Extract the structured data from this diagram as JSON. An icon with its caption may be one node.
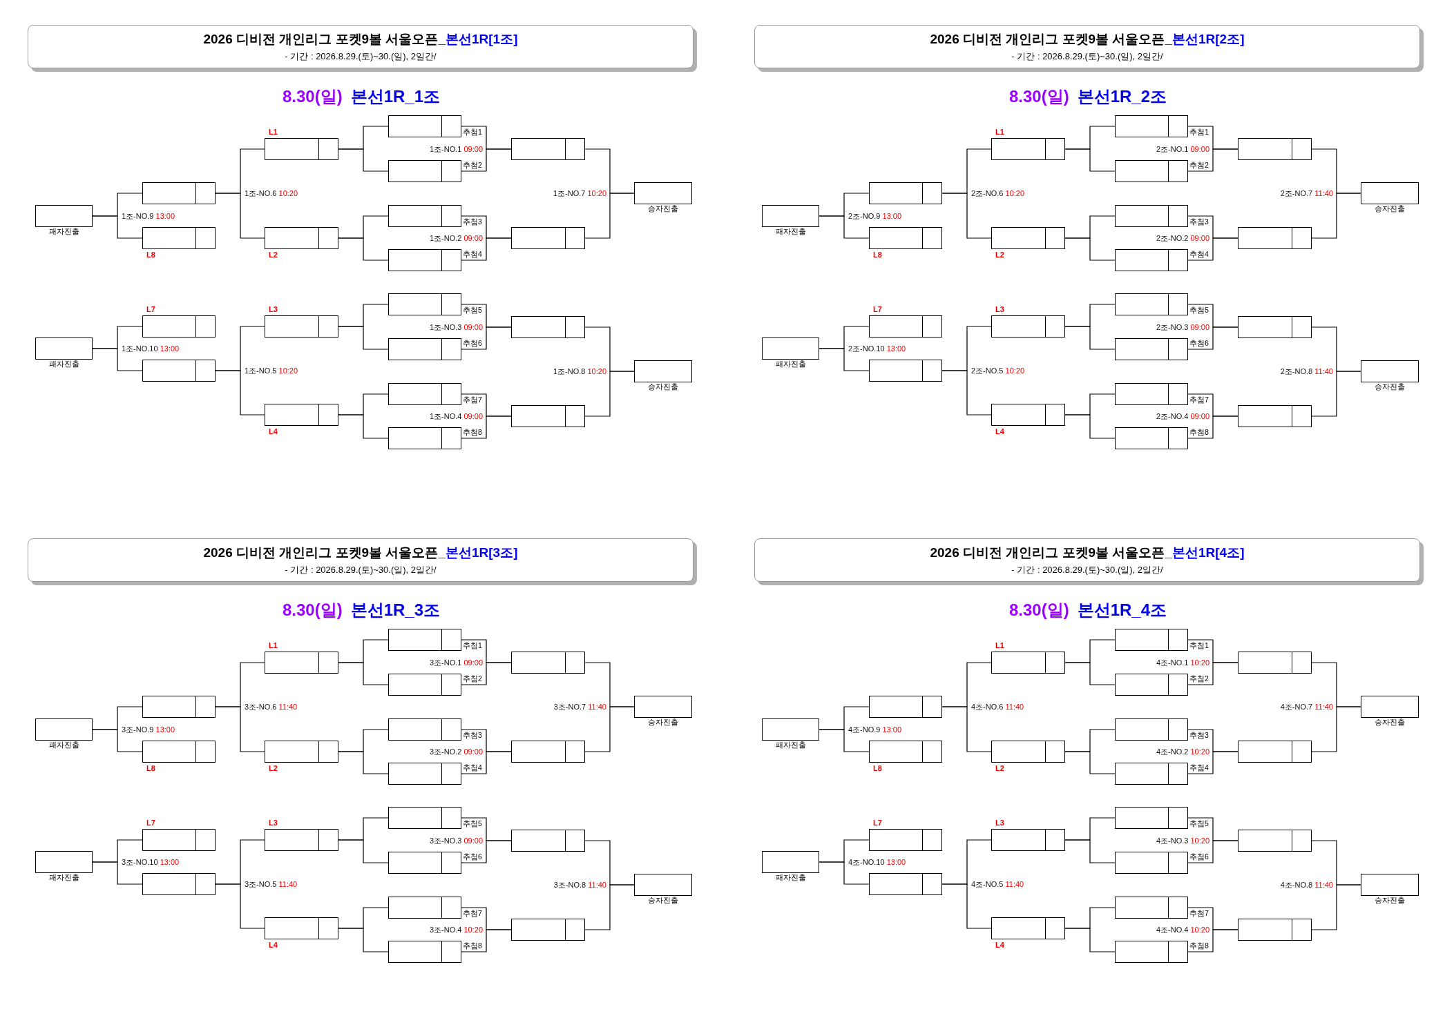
{
  "diagram": {
    "nodes": [
      {
        "text": [
          "2026 디비전 개인리그 포켓9볼 서울오픈_",
          "본선1R[1조]",
          "- 기간 : 2026.8.29.(토)~30.(일), 2일간/"
        ]
      },
      {
        "text": [],
        "shape": "box",
        "beside": [
          "추첨1"
        ]
      },
      {
        "text": [],
        "shape": "box",
        "beside": [
          "추첨2"
        ]
      },
      {
        "text": [],
        "shape": "box",
        "beside": [
          "추첨3"
        ]
      },
      {
        "text": [],
        "shape": "box",
        "beside": [
          "추첨4"
        ]
      },
      {
        "text": [],
        "shape": "box",
        "beside": [
          "추첨5"
        ]
      },
      {
        "text": [],
        "shape": "box",
        "beside": [
          "추첨6"
        ]
      },
      {
        "text": [],
        "shape": "box",
        "beside": [
          "추첨7"
        ]
      },
      {
        "text": [],
        "shape": "box",
        "beside": [
          "추첨8"
        ]
      },
      {
        "text": [],
        "shape": "box"
      },
      {
        "text": [],
        "shape": "box"
      },
      {
        "text": [],
        "shape": "box"
      },
      {
        "text": [],
        "shape": "box"
      },
      {
        "text": [],
        "shape": "box",
        "beside": [
          "승자진출"
        ]
      },
      {
        "text": [],
        "shape": "box",
        "beside": [
          "승자진출"
        ]
      },
      {
        "text": [],
        "shape": "box",
        "beside": [
          "L1"
        ]
      },
      {
        "text": [],
        "shape": "box",
        "beside": [
          "L2"
        ]
      },
      {
        "text": [],
        "shape": "box",
        "beside": [
          "L3"
        ]
      },
      {
        "text": [],
        "shape": "box",
        "beside": [
          "L4"
        ]
      },
      {
        "text": [],
        "shape": "box"
      },
      {
        "text": [],
        "shape": "box",
        "beside": [
          "L8"
        ]
      },
      {
        "text": [],
        "shape": "box",
        "beside": [
          "L7"
        ]
      },
      {
        "text": [],
        "shape": "box"
      },
      {
        "text": [],
        "shape": "box",
        "beside": [
          "패자진출"
        ]
      },
      {
        "text": [],
        "shape": "box",
        "beside": [
          "패자진출"
        ]
      },
      {
        "text": [
          "2026 디비전 개인리그 포켓9볼 서울오픈_",
          "본선1R[2조]",
          "- 기간 : 2026.8.29.(토)~30.(일), 2일간/"
        ]
      },
      {
        "text": [],
        "shape": "box",
        "beside": [
          "추첨1"
        ]
      },
      {
        "text": [],
        "shape": "box",
        "beside": [
          "추첨2"
        ]
      },
      {
        "text": [],
        "shape": "box",
        "beside": [
          "추첨3"
        ]
      },
      {
        "text": [],
        "shape": "box",
        "beside": [
          "추첨4"
        ]
      },
      {
        "text": [],
        "shape": "box",
        "beside": [
          "추첨5"
        ]
      },
      {
        "text": [],
        "shape": "box",
        "beside": [
          "추첨6"
        ]
      },
      {
        "text": [],
        "shape": "box",
        "beside": [
          "추첨7"
        ]
      },
      {
        "text": [],
        "shape": "box",
        "beside": [
          "추첨8"
        ]
      },
      {
        "text": [],
        "shape": "box"
      },
      {
        "text": [],
        "shape": "box"
      },
      {
        "text": [],
        "shape": "box"
      },
      {
        "text": [],
        "shape": "box"
      },
      {
        "text": [],
        "shape": "box",
        "beside": [
          "승자진출"
        ]
      },
      {
        "text": [],
        "shape": "box",
        "beside": [
          "승자진출"
        ]
      },
      {
        "text": [],
        "shape": "box",
        "beside": [
          "L1"
        ]
      },
      {
        "text": [],
        "shape": "box",
        "beside": [
          "L2"
        ]
      },
      {
        "text": [],
        "shape": "box",
        "beside": [
          "L3"
        ]
      },
      {
        "text": [],
        "shape": "box",
        "beside": [
          "L4"
        ]
      },
      {
        "text": [],
        "shape": "box"
      },
      {
        "text": [],
        "shape": "box",
        "beside": [
          "L8"
        ]
      },
      {
        "text": [],
        "shape": "box",
        "beside": [
          "L7"
        ]
      },
      {
        "text": [],
        "shape": "box"
      },
      {
        "text": [],
        "shape": "box",
        "beside": [
          "패자진출"
        ]
      },
      {
        "text": [],
        "shape": "box",
        "beside": [
          "패자진출"
        ]
      },
      {
        "text": [
          "2026 디비전 개인리그 포켓9볼 서울오픈_",
          "본선1R[3조]",
          "- 기간 : 2026.8.29.(토)~30.(일), 2일간/"
        ]
      },
      {
        "text": [],
        "shape": "box",
        "beside": [
          "추첨1"
        ]
      },
      {
        "text": [],
        "shape": "box",
        "beside": [
          "추첨2"
        ]
      },
      {
        "text": [],
        "shape": "box",
        "beside": [
          "추첨3"
        ]
      },
      {
        "text": [],
        "shape": "box",
        "beside": [
          "추첨4"
        ]
      },
      {
        "text": [],
        "shape": "box",
        "beside": [
          "추첨5"
        ]
      },
      {
        "text": [],
        "shape": "box",
        "beside": [
          "추첨6"
        ]
      },
      {
        "text": [],
        "shape": "box",
        "beside": [
          "추첨7"
        ]
      },
      {
        "text": [],
        "shape": "box",
        "beside": [
          "추첨8"
        ]
      },
      {
        "text": [],
        "shape": "box"
      },
      {
        "text": [],
        "shape": "box"
      },
      {
        "text": [],
        "shape": "box"
      },
      {
        "text": [],
        "shape": "box"
      },
      {
        "text": [],
        "shape": "box",
        "beside": [
          "승자진출"
        ]
      },
      {
        "text": [],
        "shape": "box",
        "beside": [
          "승자진출"
        ]
      },
      {
        "text": [],
        "shape": "box",
        "beside": [
          "L1"
        ]
      },
      {
        "text": [],
        "shape": "box",
        "beside": [
          "L2"
        ]
      },
      {
        "text": [],
        "shape": "box",
        "beside": [
          "L3"
        ]
      },
      {
        "text": [],
        "shape": "box",
        "beside": [
          "L4"
        ]
      },
      {
        "text": [],
        "shape": "box"
      },
      {
        "text": [],
        "shape": "box",
        "beside": [
          "L8"
        ]
      },
      {
        "text": [],
        "shape": "box",
        "beside": [
          "L7"
        ]
      },
      {
        "text": [],
        "shape": "box"
      },
      {
        "text": [],
        "shape": "box",
        "beside": [
          "패자진출"
        ]
      },
      {
        "text": [],
        "shape": "box",
        "beside": [
          "패자진출"
        ]
      },
      {
        "text": [
          "2026 디비전 개인리그 포켓9볼 서울오픈_",
          "본선1R[4조]",
          "- 기간 : 2026.8.29.(토)~30.(일), 2일간/"
        ]
      },
      {
        "text": [],
        "shape": "box",
        "beside": [
          "추첨1"
        ]
      },
      {
        "text": [],
        "shape": "box",
        "beside": [
          "추첨2"
        ]
      },
      {
        "text": [],
        "shape": "box",
        "beside": [
          "추첨3"
        ]
      },
      {
        "text": [],
        "shape": "box",
        "beside": [
          "추첨4"
        ]
      },
      {
        "text": [],
        "shape": "box",
        "beside": [
          "추첨5"
        ]
      },
      {
        "text": [],
        "shape": "box",
        "beside": [
          "추첨6"
        ]
      },
      {
        "text": [],
        "shape": "box",
        "beside": [
          "추첨7"
        ]
      },
      {
        "text": [],
        "shape": "box",
        "beside": [
          "추첨8"
        ]
      },
      {
        "text": [],
        "shape": "box"
      },
      {
        "text": [],
        "shape": "box"
      },
      {
        "text": [],
        "shape": "box"
      },
      {
        "text": [],
        "shape": "box"
      },
      {
        "text": [],
        "shape": "box",
        "beside": [
          "승자진출"
        ]
      },
      {
        "text": [],
        "shape": "box",
        "beside": [
          "승자진출"
        ]
      },
      {
        "text": [],
        "shape": "box",
        "beside": [
          "L1"
        ]
      },
      {
        "text": [],
        "shape": "box",
        "beside": [
          "L2"
        ]
      },
      {
        "text": [],
        "shape": "box",
        "beside": [
          "L3"
        ]
      },
      {
        "text": [],
        "shape": "box",
        "beside": [
          "L4"
        ]
      },
      {
        "text": [],
        "shape": "box"
      },
      {
        "text": [],
        "shape": "box",
        "beside": [
          "L8"
        ]
      },
      {
        "text": [],
        "shape": "box",
        "beside": [
          "L7"
        ]
      },
      {
        "text": [],
        "shape": "box"
      },
      {
        "text": [],
        "shape": "box",
        "beside": [
          "패자진출"
        ]
      },
      {
        "text": [],
        "shape": "box",
        "beside": [
          "패자진출"
        ]
      }
    ],
    "edges": [
      {
        "from": 1,
        "to": 9,
        "arrow": "none",
        "label": "1조-NO.1 09:00"
      },
      {
        "from": 2,
        "to": 9,
        "arrow": "none"
      },
      {
        "from": 3,
        "to": 10,
        "arrow": "none",
        "label": "1조-NO.2 09:00"
      },
      {
        "from": 4,
        "to": 10,
        "arrow": "none"
      },
      {
        "from": 5,
        "to": 11,
        "arrow": "none",
        "label": "1조-NO.3 09:00"
      },
      {
        "from": 6,
        "to": 11,
        "arrow": "none"
      },
      {
        "from": 7,
        "to": 12,
        "arrow": "none",
        "label": "1조-NO.4 09:00"
      },
      {
        "from": 8,
        "to": 12,
        "arrow": "none"
      },
      {
        "from": 9,
        "to": 13,
        "arrow": "none",
        "label": "1조-NO.7 10:20"
      },
      {
        "from": 10,
        "to": 13,
        "arrow": "none"
      },
      {
        "from": 11,
        "to": 14,
        "arrow": "none",
        "label": "1조-NO.8 10:20"
      },
      {
        "from": 12,
        "to": 14,
        "arrow": "none"
      },
      {
        "from": 1,
        "to": 15,
        "arrow": "none"
      },
      {
        "from": 2,
        "to": 15,
        "arrow": "none"
      },
      {
        "from": 3,
        "to": 16,
        "arrow": "none"
      },
      {
        "from": 4,
        "to": 16,
        "arrow": "none"
      },
      {
        "from": 5,
        "to": 17,
        "arrow": "none"
      },
      {
        "from": 6,
        "to": 17,
        "arrow": "none"
      },
      {
        "from": 7,
        "to": 18,
        "arrow": "none"
      },
      {
        "from": 8,
        "to": 18,
        "arrow": "none"
      },
      {
        "from": 15,
        "to": 19,
        "arrow": "none",
        "label": "1조-NO.6 10:20"
      },
      {
        "from": 16,
        "to": 19,
        "arrow": "none"
      },
      {
        "from": 17,
        "to": 22,
        "arrow": "none",
        "label": "1조-NO.5 10:20"
      },
      {
        "from": 18,
        "to": 22,
        "arrow": "none"
      },
      {
        "from": 19,
        "to": 23,
        "arrow": "none",
        "label": "1조-NO.9 13:00"
      },
      {
        "from": 20,
        "to": 23,
        "arrow": "none"
      },
      {
        "from": 21,
        "to": 24,
        "arrow": "none",
        "label": "1조-NO.10 13:00"
      },
      {
        "from": 22,
        "to": 24,
        "arrow": "none"
      },
      {
        "from": 26,
        "to": 34,
        "arrow": "none",
        "label": "2조-NO.1 09:00"
      },
      {
        "from": 27,
        "to": 34,
        "arrow": "none"
      },
      {
        "from": 28,
        "to": 35,
        "arrow": "none",
        "label": "2조-NO.2 09:00"
      },
      {
        "from": 29,
        "to": 35,
        "arrow": "none"
      },
      {
        "from": 30,
        "to": 36,
        "arrow": "none",
        "label": "2조-NO.3 09:00"
      },
      {
        "from": 31,
        "to": 36,
        "arrow": "none"
      },
      {
        "from": 32,
        "to": 37,
        "arrow": "none",
        "label": "2조-NO.4 09:00"
      },
      {
        "from": 33,
        "to": 37,
        "arrow": "none"
      },
      {
        "from": 34,
        "to": 38,
        "arrow": "none",
        "label": "2조-NO.7 11:40"
      },
      {
        "from": 35,
        "to": 38,
        "arrow": "none"
      },
      {
        "from": 36,
        "to": 39,
        "arrow": "none",
        "label": "2조-NO.8 11:40"
      },
      {
        "from": 37,
        "to": 39,
        "arrow": "none"
      },
      {
        "from": 26,
        "to": 40,
        "arrow": "none"
      },
      {
        "from": 27,
        "to": 40,
        "arrow": "none"
      },
      {
        "from": 28,
        "to": 41,
        "arrow": "none"
      },
      {
        "from": 29,
        "to": 41,
        "arrow": "none"
      },
      {
        "from": 30,
        "to": 42,
        "arrow": "none"
      },
      {
        "from": 31,
        "to": 42,
        "arrow": "none"
      },
      {
        "from": 32,
        "to": 43,
        "arrow": "none"
      },
      {
        "from": 33,
        "to": 43,
        "arrow": "none"
      },
      {
        "from": 40,
        "to": 44,
        "arrow": "none",
        "label": "2조-NO.6 10:20"
      },
      {
        "from": 41,
        "to": 44,
        "arrow": "none"
      },
      {
        "from": 42,
        "to": 47,
        "arrow": "none",
        "label": "2조-NO.5 10:20"
      },
      {
        "from": 43,
        "to": 47,
        "arrow": "none"
      },
      {
        "from": 44,
        "to": 48,
        "arrow": "none",
        "label": "2조-NO.9 13:00"
      },
      {
        "from": 45,
        "to": 48,
        "arrow": "none"
      },
      {
        "from": 46,
        "to": 49,
        "arrow": "none",
        "label": "2조-NO.10 13:00"
      },
      {
        "from": 47,
        "to": 49,
        "arrow": "none"
      },
      {
        "from": 51,
        "to": 59,
        "arrow": "none",
        "label": "3조-NO.1 09:00"
      },
      {
        "from": 52,
        "to": 59,
        "arrow": "none"
      },
      {
        "from": 53,
        "to": 60,
        "arrow": "none",
        "label": "3조-NO.2 09:00"
      },
      {
        "from": 54,
        "to": 60,
        "arrow": "none"
      },
      {
        "from": 55,
        "to": 61,
        "arrow": "none",
        "label": "3조-NO.3 09:00"
      },
      {
        "from": 56,
        "to": 61,
        "arrow": "none"
      },
      {
        "from": 57,
        "to": 62,
        "arrow": "none",
        "label": "3조-NO.4 10:20"
      },
      {
        "from": 58,
        "to": 62,
        "arrow": "none"
      },
      {
        "from": 59,
        "to": 63,
        "arrow": "none",
        "label": "3조-NO.7 11:40"
      },
      {
        "from": 60,
        "to": 63,
        "arrow": "none"
      },
      {
        "from": 61,
        "to": 64,
        "arrow": "none",
        "label": "3조-NO.8 11:40"
      },
      {
        "from": 62,
        "to": 64,
        "arrow": "none"
      },
      {
        "from": 51,
        "to": 65,
        "arrow": "none"
      },
      {
        "from": 52,
        "to": 65,
        "arrow": "none"
      },
      {
        "from": 53,
        "to": 66,
        "arrow": "none"
      },
      {
        "from": 54,
        "to": 66,
        "arrow": "none"
      },
      {
        "from": 55,
        "to": 67,
        "arrow": "none"
      },
      {
        "from": 56,
        "to": 67,
        "arrow": "none"
      },
      {
        "from": 57,
        "to": 68,
        "arrow": "none"
      },
      {
        "from": 58,
        "to": 68,
        "arrow": "none"
      },
      {
        "from": 65,
        "to": 69,
        "arrow": "none",
        "label": "3조-NO.6 11:40"
      },
      {
        "from": 66,
        "to": 69,
        "arrow": "none"
      },
      {
        "from": 67,
        "to": 72,
        "arrow": "none",
        "label": "3조-NO.5 11:40"
      },
      {
        "from": 68,
        "to": 72,
        "arrow": "none"
      },
      {
        "from": 69,
        "to": 73,
        "arrow": "none",
        "label": "3조-NO.9 13:00"
      },
      {
        "from": 70,
        "to": 73,
        "arrow": "none"
      },
      {
        "from": 71,
        "to": 74,
        "arrow": "none",
        "label": "3조-NO.10 13:00"
      },
      {
        "from": 72,
        "to": 74,
        "arrow": "none"
      },
      {
        "from": 76,
        "to": 84,
        "arrow": "none",
        "label": "4조-NO.1 10:20"
      },
      {
        "from": 77,
        "to": 84,
        "arrow": "none"
      },
      {
        "from": 78,
        "to": 85,
        "arrow": "none",
        "label": "4조-NO.2 10:20"
      },
      {
        "from": 79,
        "to": 85,
        "arrow": "none"
      },
      {
        "from": 80,
        "to": 86,
        "arrow": "none",
        "label": "4조-NO.3 10:20"
      },
      {
        "from": 81,
        "to": 86,
        "arrow": "none"
      },
      {
        "from": 82,
        "to": 87,
        "arrow": "none",
        "label": "4조-NO.4 10:20"
      },
      {
        "from": 83,
        "to": 87,
        "arrow": "none"
      },
      {
        "from": 84,
        "to": 88,
        "arrow": "none",
        "label": "4조-NO.7 11:40"
      },
      {
        "from": 85,
        "to": 88,
        "arrow": "none"
      },
      {
        "from": 86,
        "to": 89,
        "arrow": "none",
        "label": "4조-NO.8 11:40"
      },
      {
        "from": 87,
        "to": 89,
        "arrow": "none"
      },
      {
        "from": 76,
        "to": 90,
        "arrow": "none"
      },
      {
        "from": 77,
        "to": 90,
        "arrow": "none"
      },
      {
        "from": 78,
        "to": 91,
        "arrow": "none"
      },
      {
        "from": 79,
        "to": 91,
        "arrow": "none"
      },
      {
        "from": 80,
        "to": 92,
        "arrow": "none"
      },
      {
        "from": 81,
        "to": 92,
        "arrow": "none"
      },
      {
        "from": 82,
        "to": 93,
        "arrow": "none"
      },
      {
        "from": 83,
        "to": 93,
        "arrow": "none"
      },
      {
        "from": 90,
        "to": 94,
        "arrow": "none",
        "label": "4조-NO.6 11:40"
      },
      {
        "from": 91,
        "to": 94,
        "arrow": "none"
      },
      {
        "from": 92,
        "to": 97,
        "arrow": "none",
        "label": "4조-NO.5 11:40"
      },
      {
        "from": 93,
        "to": 97,
        "arrow": "none"
      },
      {
        "from": 94,
        "to": 98,
        "arrow": "none",
        "label": "4조-NO.9 13:00"
      },
      {
        "from": 95,
        "to": 98,
        "arrow": "none"
      },
      {
        "from": 96,
        "to": 99,
        "arrow": "none",
        "label": "4조-NO.10 13:00"
      },
      {
        "from": 97,
        "to": 99,
        "arrow": "none"
      }
    ],
    "labels": [
      "8.30(일)",
      "본선1R_1조",
      "8.30(일)",
      "본선1R_2조",
      "8.30(일)",
      "본선1R_3조",
      "8.30(일)",
      "본선1R_4조"
    ]
  }
}
